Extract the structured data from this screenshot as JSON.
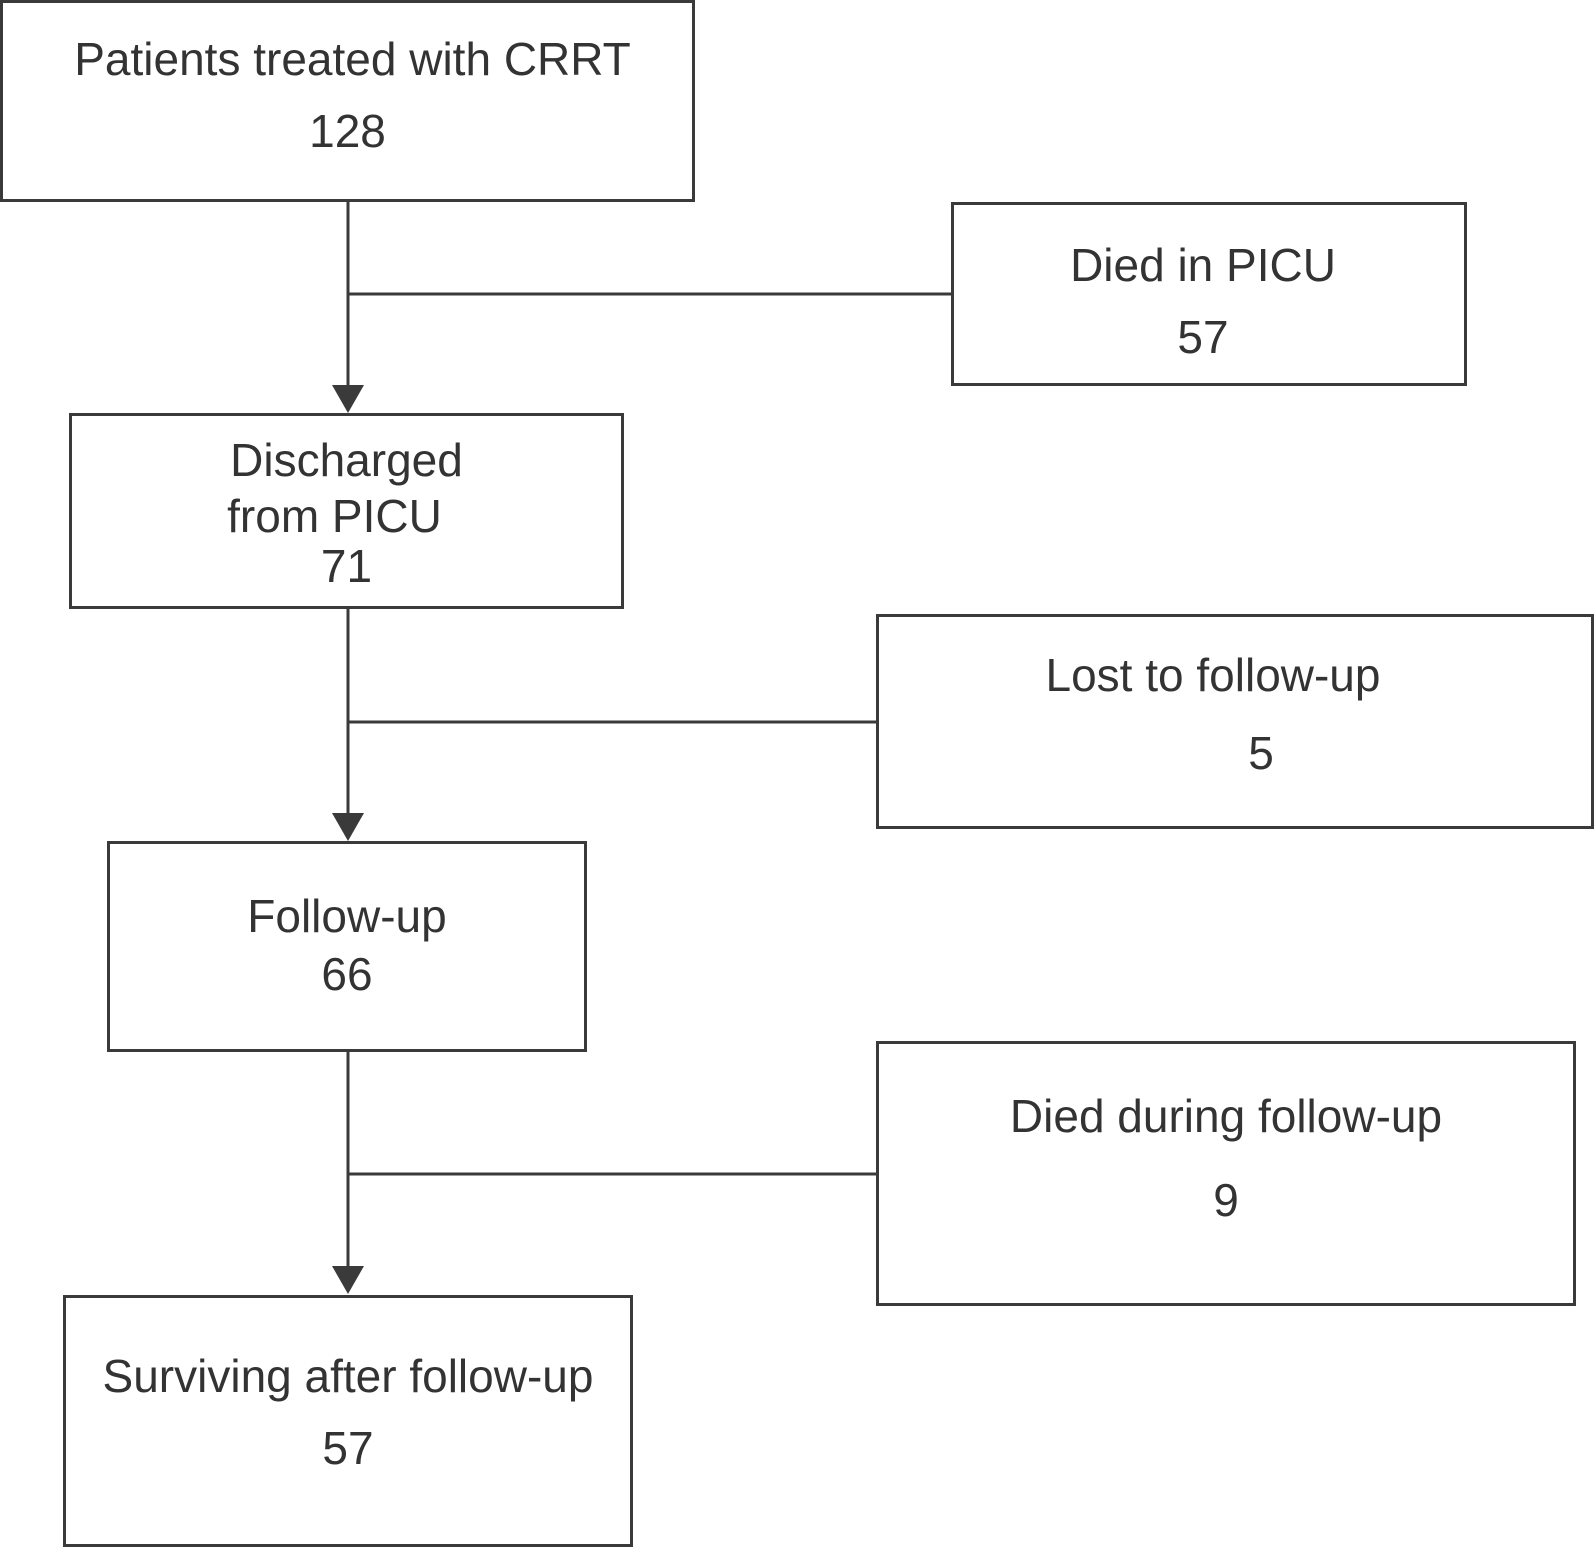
{
  "flowchart": {
    "boxes": {
      "treated": {
        "title": "Patients treated with CRRT",
        "count": "128"
      },
      "died_picu": {
        "title": "Died in PICU",
        "count": "57"
      },
      "discharged": {
        "title_line1": "Discharged",
        "title_line2": "from PICU",
        "count": "71"
      },
      "lost": {
        "title": "Lost to follow-up",
        "count": "5"
      },
      "followup": {
        "title": "Follow-up",
        "count": "66"
      },
      "died_followup": {
        "title": "Died during follow-up",
        "count": "9"
      },
      "surviving": {
        "title": "Surviving after follow-up",
        "count": "57"
      }
    },
    "edges": [
      {
        "from": "treated",
        "to": "discharged",
        "branch": "died_picu"
      },
      {
        "from": "discharged",
        "to": "followup",
        "branch": "lost"
      },
      {
        "from": "followup",
        "to": "surviving",
        "branch": "died_followup"
      }
    ],
    "line_color": "#3a3a3a"
  }
}
